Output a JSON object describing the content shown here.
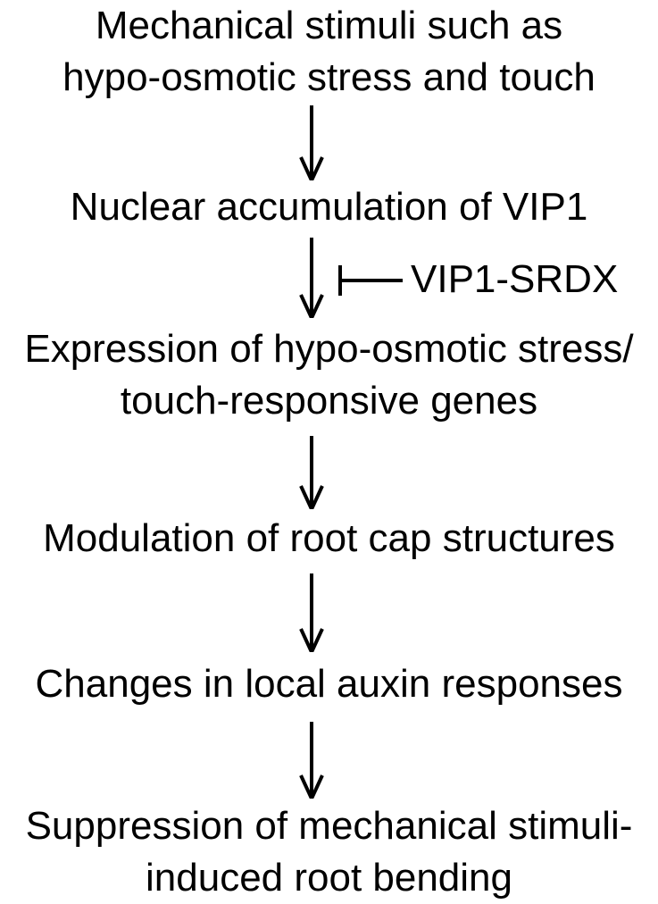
{
  "nodes": [
    {
      "lines": [
        "Mechanical stimuli such as",
        "hypo-osmotic stress and touch"
      ]
    },
    {
      "lines": [
        "Nuclear accumulation of VIP1"
      ]
    },
    {
      "lines": [
        "Expression of hypo-osmotic stress/",
        "touch-responsive genes"
      ]
    },
    {
      "lines": [
        "Modulation of root cap structures"
      ]
    },
    {
      "lines": [
        "Changes in local auxin responses"
      ]
    },
    {
      "lines": [
        "Suppression of mechanical stimuli-",
        "induced root bending"
      ]
    }
  ],
  "inhibitor": {
    "label": "VIP1-SRDX"
  },
  "colors": {
    "text": "#000000",
    "arrow": "#000000",
    "background": "#ffffff"
  }
}
